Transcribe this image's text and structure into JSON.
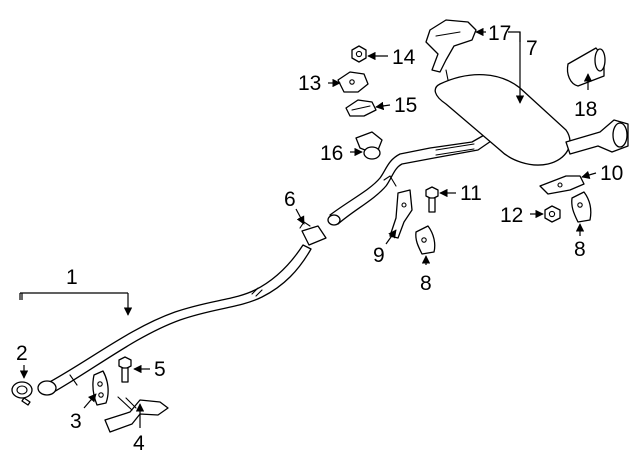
{
  "callouts": {
    "c1": "1",
    "c2": "2",
    "c3": "3",
    "c4": "4",
    "c5": "5",
    "c6": "6",
    "c7": "7",
    "c8a": "8",
    "c8b": "8",
    "c9": "9",
    "c10": "10",
    "c11": "11",
    "c12": "12",
    "c13": "13",
    "c14": "14",
    "c15": "15",
    "c16": "16",
    "c17": "17",
    "c18": "18"
  },
  "colors": {
    "line": "#000000",
    "background": "#ffffff"
  }
}
